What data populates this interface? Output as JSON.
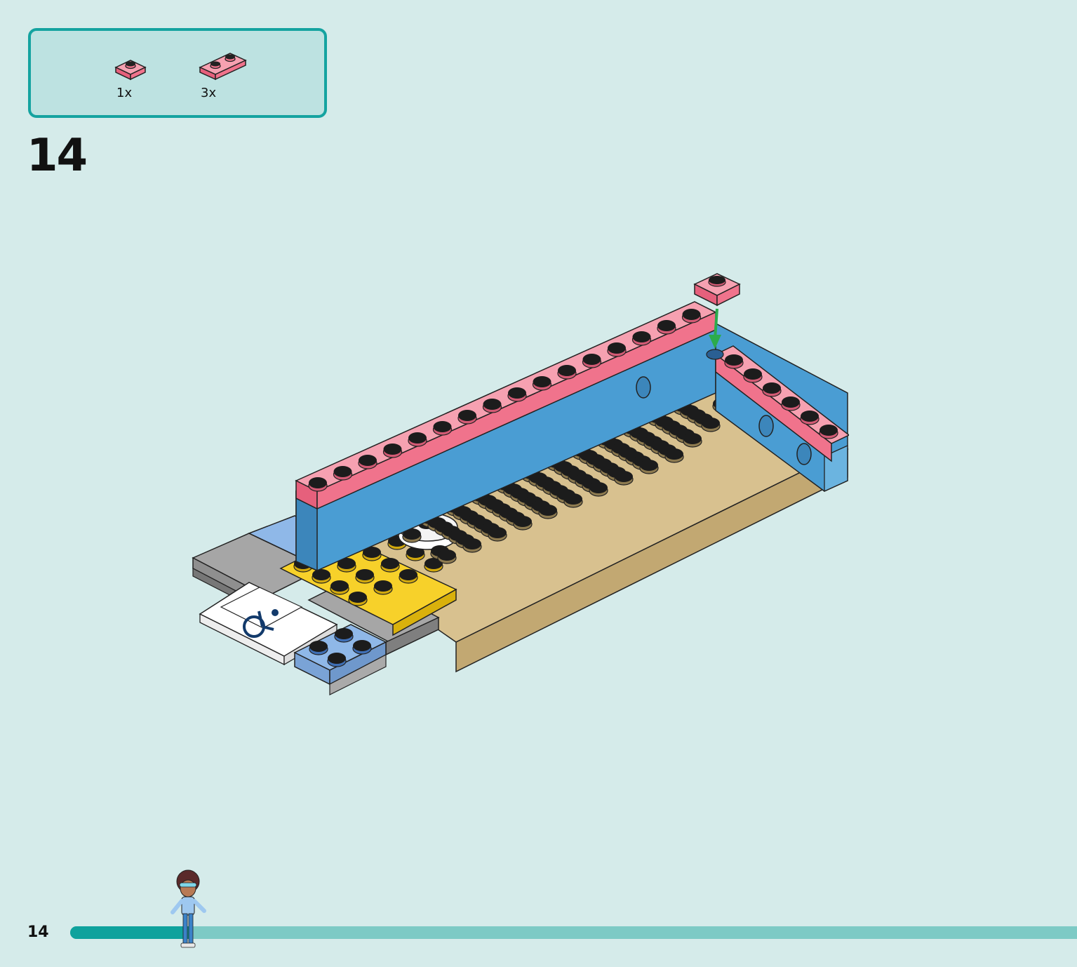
{
  "parts_list": {
    "items": [
      {
        "name": "pink-plate-1x1",
        "color": "#f0738c",
        "quantity": "1x"
      },
      {
        "name": "pink-plate-1x2",
        "color": "#f0738c",
        "quantity": "3x"
      }
    ]
  },
  "step": {
    "number": "14"
  },
  "footer": {
    "page_number": "14",
    "progress": 0.12
  },
  "colors": {
    "background": "#d5ebea",
    "accent": "#15a3a0",
    "pink": "#f0738c",
    "tan": "#d8c18f",
    "yellow": "#f7d12a",
    "medium_blue": "#4a9dd3",
    "light_blue": "#8fb8e8",
    "gray": "#a6a6a6",
    "arrow": "#2cab4c"
  }
}
